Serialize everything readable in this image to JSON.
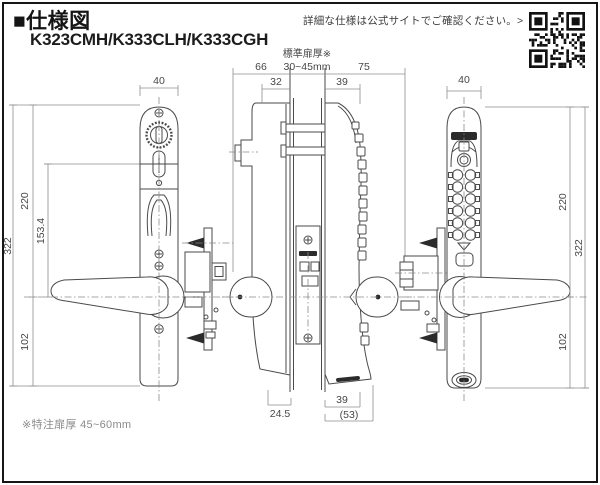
{
  "header": {
    "title": "■仕様図",
    "models": "K323CMH/K333CLH/K333CGH",
    "notice": "詳細な仕様は公式サイトでご確認ください。>"
  },
  "footnote": "※特注扉厚 45~60mm",
  "labels": {
    "door_thickness_note": "標準扉厚※"
  },
  "dims": {
    "interior_width": "40",
    "exterior_width": "40",
    "interior_total_depth": "66",
    "door_thickness_range": "30~45mm",
    "exterior_total_depth": "75",
    "interior_case_depth": "32",
    "exterior_case_depth": "39",
    "backset": "24.5",
    "exterior_bottom_depth": "39",
    "exterior_bottom_overall": "(53)",
    "interior_total_height": "322",
    "interior_top_to_handle": "220",
    "interior_turn_to_handle": "153.4",
    "interior_handle_to_bottom": "102",
    "exterior_top_to_handle": "220",
    "exterior_total_height": "322",
    "exterior_handle_to_bottom": "102"
  },
  "colors": {
    "line": "#4a4a4a",
    "dim_text": "#474747",
    "heading": "#151515",
    "muted": "#8a8a8a"
  }
}
